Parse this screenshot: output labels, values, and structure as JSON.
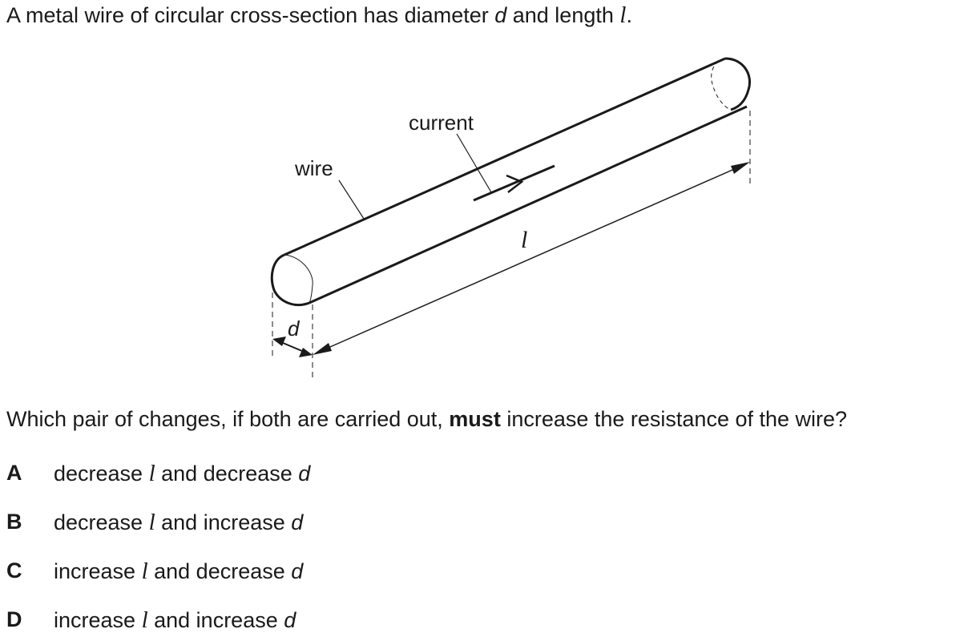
{
  "stem": {
    "prefix": "A metal wire of circular cross-section has diameter ",
    "d": "d",
    "middle": " and length ",
    "l": "l",
    "suffix": "."
  },
  "diagram": {
    "label_current": "current",
    "label_wire": "wire",
    "label_length": "l",
    "label_diameter": "d"
  },
  "question": {
    "prefix": "Which pair of changes, if both are carried out, ",
    "bold": "must",
    "suffix": " increase the resistance of the wire?"
  },
  "options": [
    {
      "letter": "A",
      "verb1": "decrease ",
      "sym1": "l",
      "mid": " and decrease ",
      "sym2": "d"
    },
    {
      "letter": "B",
      "verb1": "decrease ",
      "sym1": "l",
      "mid": " and increase ",
      "sym2": "d"
    },
    {
      "letter": "C",
      "verb1": "increase ",
      "sym1": "l",
      "mid": " and decrease ",
      "sym2": "d"
    },
    {
      "letter": "D",
      "verb1": "increase ",
      "sym1": "l",
      "mid": " and increase ",
      "sym2": "d"
    }
  ]
}
